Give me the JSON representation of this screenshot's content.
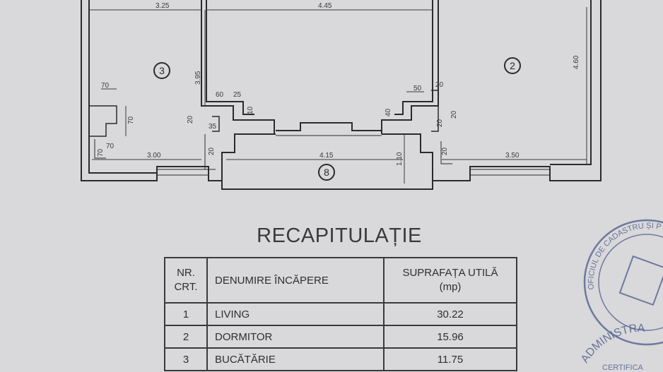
{
  "plan": {
    "dimensions": {
      "top_left": "3.25",
      "top_center": "4.45",
      "right_vertical": "4.60",
      "center_vertical": "3.95",
      "left_niche_width": "70",
      "left_niche_height": "70",
      "left_bottom_small_w": "70",
      "left_bottom_small_h": "70",
      "left_bottom": "3.00",
      "center_bottom": "4.15",
      "center_right_vertical": "1.10",
      "right_bottom": "3.50",
      "pillar_left_w": "60",
      "pillar_left_w2": "25",
      "pillar_left_h": "10",
      "pillar_left_side": "20",
      "pillar_left_inner": "35",
      "pillar_left_bottom": "20",
      "pillar_right_w": "50",
      "pillar_right_top": "20",
      "pillar_right_side": "40",
      "pillar_right_a": "20",
      "pillar_right_b": "20",
      "pillar_right_bottom": "20"
    },
    "rooms": [
      {
        "number": "3"
      },
      {
        "number": "2"
      },
      {
        "number": "8"
      }
    ]
  },
  "recap": {
    "title": "RECAPITULAȚIE",
    "headers": {
      "nr_line1": "NR.",
      "nr_line2": "CRT.",
      "name": "DENUMIRE ÎNCĂPERE",
      "area_line1": "SUPRAFAȚA UTILĂ",
      "area_line2": "(mp)"
    },
    "rows": [
      {
        "nr": "1",
        "name": "LIVING",
        "area": "30.22"
      },
      {
        "nr": "2",
        "name": "DORMITOR",
        "area": "15.96"
      },
      {
        "nr": "3",
        "name": "BUCĂTĂRIE",
        "area": "11.75"
      }
    ]
  },
  "stamp": {
    "ring_text": "OFICIUL DE CADASTRU ȘI PUBLICITATE IMOBILIARĂ BUCUREȘTI",
    "bottom_text": "ADMINISTRA",
    "cert_text": "CERTIFICA"
  },
  "colors": {
    "paper": "#d9d8da",
    "ink": "#2b2b2d",
    "stamp": "#4a5a8a"
  }
}
